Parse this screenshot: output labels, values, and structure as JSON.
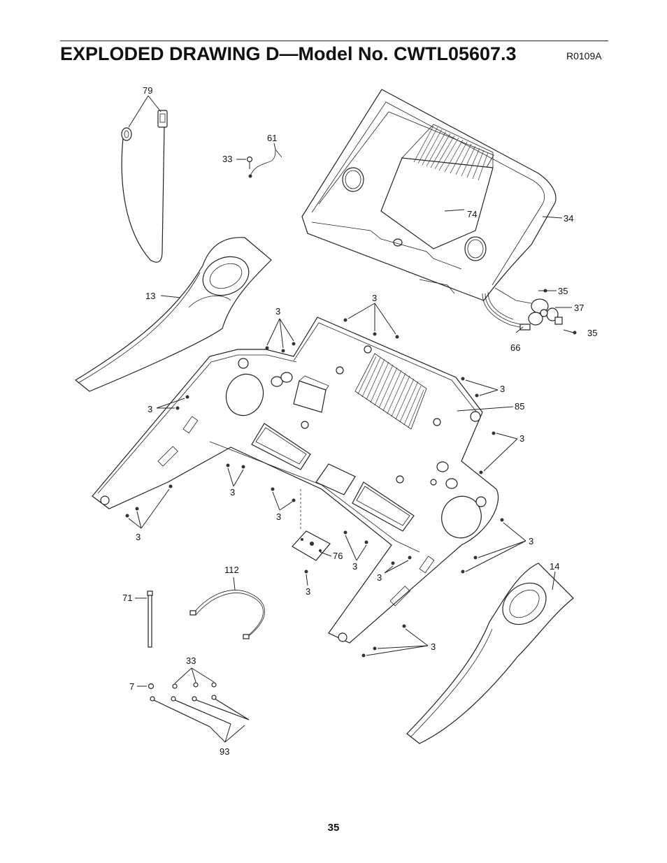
{
  "header": {
    "title": "EXPLODED DRAWING D—Model No. CWTL05607.3",
    "drawing_code": "R0109A"
  },
  "footer": {
    "page_number": "35"
  },
  "callouts": {
    "c79": "79",
    "c61": "61",
    "c33a": "33",
    "c74": "74",
    "c34": "34",
    "c13": "13",
    "c35a": "35",
    "c37": "37",
    "c35b": "35",
    "c66": "66",
    "c3a": "3",
    "c3b": "3",
    "c3c": "3",
    "c85": "85",
    "c3d": "3",
    "c3e": "3",
    "c3f": "3",
    "c3g": "3",
    "c3h": "3",
    "c3i": "3",
    "c76": "76",
    "c3j": "3",
    "c3k": "3",
    "c3l": "3",
    "c14": "14",
    "c112": "112",
    "c71": "71",
    "c3m": "3",
    "c33b": "33",
    "c7": "7",
    "c93": "93"
  }
}
